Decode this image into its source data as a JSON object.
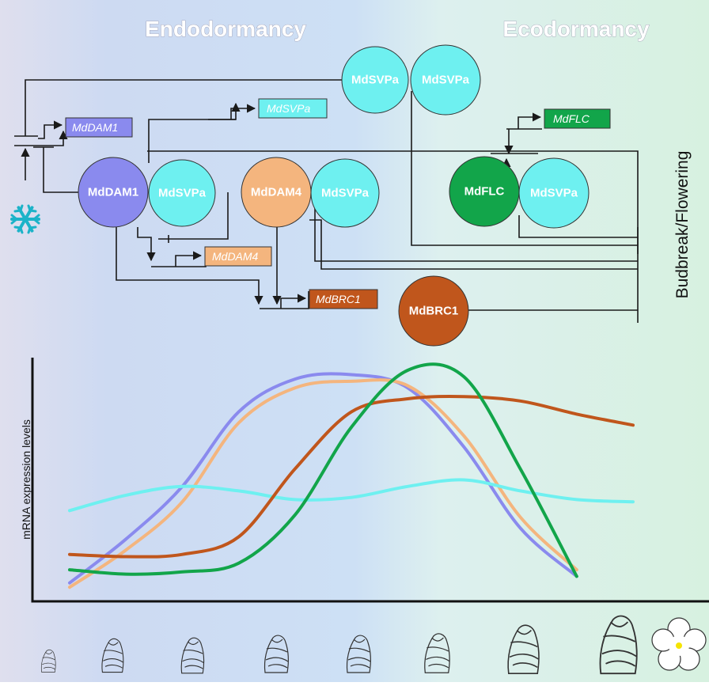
{
  "phases": {
    "endodormancy": "Endodormancy",
    "ecodormancy": "Ecodormancy"
  },
  "side_label": "Budbreak/Flowering",
  "y_axis_label": "mRNA expression levels",
  "proteins": {
    "mdsvpa": "MdSVPa",
    "mddam1": "MdDAM1",
    "mddam4": "MdDAM4",
    "mdflc": "MdFLC",
    "mdbrc1": "MdBRC1"
  },
  "genes": {
    "mddam1": "MdDAM1",
    "mdsvpa": "MdSVPa",
    "mddam4": "MdDAM4",
    "mdbrc1": "MdBRC1",
    "mdflc": "MdFLC"
  },
  "colors": {
    "dam1": "#8a8aee",
    "svpa": "#6ef0f0",
    "dam4": "#f4b57e",
    "flc": "#12a54a",
    "brc1": "#c0561c",
    "snowflake": "#1bb3c8"
  },
  "icons": {
    "cold": "snowflake-icon",
    "flower": "flower-icon",
    "buds": "bud-stage-icon"
  },
  "chart_data": {
    "type": "line",
    "title": "",
    "xlabel": "",
    "ylabel": "mRNA expression levels",
    "x": [
      0,
      1,
      2,
      3,
      4,
      5,
      6,
      7,
      8,
      9,
      10
    ],
    "ylim": [
      0,
      10
    ],
    "grid": false,
    "series": [
      {
        "color": "#8a8aee",
        "values": [
          0.3,
          2.3,
          4.7,
          8.1,
          9.6,
          9.8,
          9.2,
          6.5,
          2.8,
          0.6,
          null
        ]
      },
      {
        "color": "#f4b57e",
        "values": [
          0.1,
          1.8,
          4.0,
          7.6,
          9.2,
          9.5,
          9.3,
          7.0,
          3.3,
          0.9,
          null
        ]
      },
      {
        "color": "#6ef0f0",
        "values": [
          3.6,
          4.3,
          4.7,
          4.5,
          4.1,
          4.2,
          4.7,
          5.0,
          4.5,
          4.1,
          4.0
        ]
      },
      {
        "color": "#c0561c",
        "values": [
          1.6,
          1.5,
          1.6,
          2.4,
          5.5,
          8.1,
          8.7,
          8.8,
          8.6,
          8.0,
          7.5
        ]
      },
      {
        "color": "#12a54a",
        "values": [
          0.9,
          0.7,
          0.8,
          1.2,
          3.4,
          7.4,
          10.0,
          9.7,
          5.5,
          0.6,
          null
        ]
      }
    ]
  }
}
